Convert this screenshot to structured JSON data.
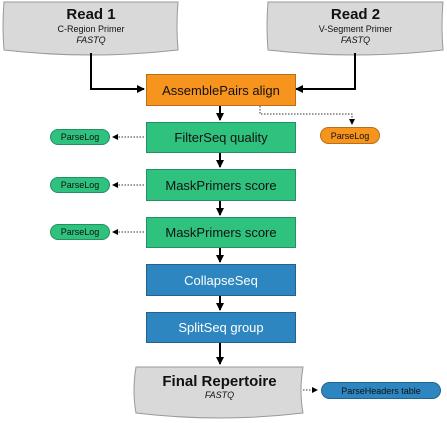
{
  "colors": {
    "orange": "#F7941D",
    "green": "#2EC27E",
    "blue": "#2E86C1",
    "doc_fill": "#D9D9D9"
  },
  "inputs": [
    {
      "title": "Read 1",
      "primer": "C-Region Primer",
      "format": "FASTQ"
    },
    {
      "title": "Read 2",
      "primer": "V-Segment Primer",
      "format": "FASTQ"
    }
  ],
  "steps": [
    {
      "label": "AssemblePairs align",
      "color": "orange"
    },
    {
      "label": "FilterSeq quality",
      "color": "green"
    },
    {
      "label": "MaskPrimers score",
      "color": "green"
    },
    {
      "label": "MaskPrimers score",
      "color": "green"
    },
    {
      "label": "CollapseSeq",
      "color": "blue"
    },
    {
      "label": "SplitSeq group",
      "color": "blue"
    }
  ],
  "logs": [
    {
      "label": "ParseLog",
      "color": "orange"
    },
    {
      "label": "ParseLog",
      "color": "green"
    },
    {
      "label": "ParseLog",
      "color": "green"
    },
    {
      "label": "ParseLog",
      "color": "green"
    },
    {
      "label": "ParseHeaders table",
      "color": "blue"
    }
  ],
  "output": {
    "title": "Final Repertoire",
    "format": "FASTQ"
  }
}
